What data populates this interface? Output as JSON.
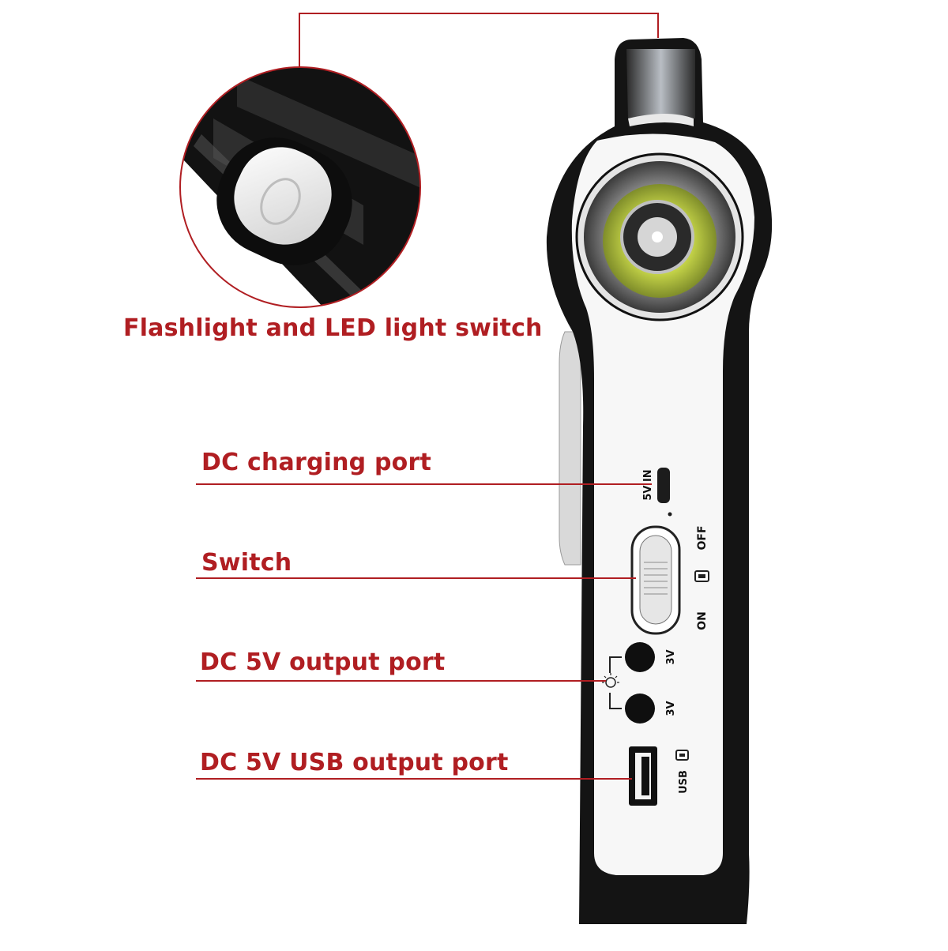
{
  "callouts": {
    "flashlight_switch": "Flashlight and LED light switch",
    "dc_charging_port": "DC charging port",
    "switch": "Switch",
    "dc_5v_output_port": "DC 5V output port",
    "dc_5v_usb_output_port": "DC 5V USB output port"
  },
  "device_labels": {
    "input": "5V IN",
    "off": "OFF",
    "on": "ON",
    "port_upper": "3V",
    "port_lower": "3V",
    "usb": "USB"
  },
  "colors": {
    "accent_red": "#b01e22",
    "device_black": "#141414",
    "device_white": "#f7f7f7",
    "lens_green": "#c9d84a"
  }
}
